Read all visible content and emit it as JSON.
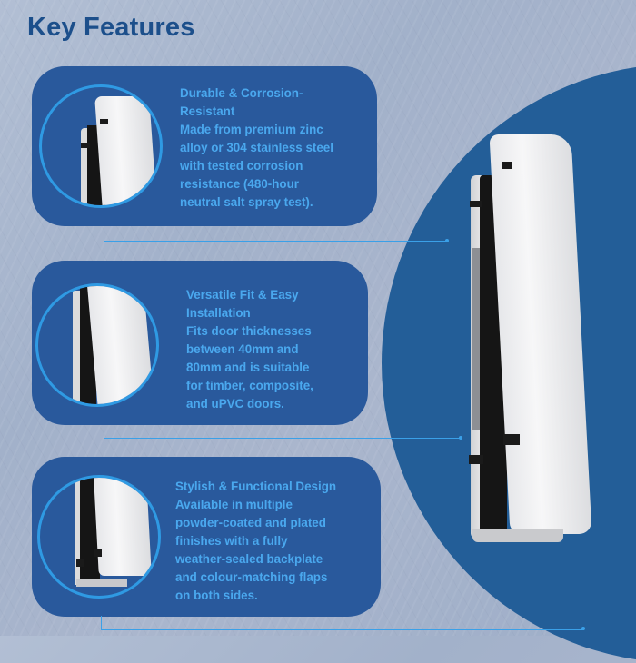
{
  "header": {
    "title": "Key Features"
  },
  "colors": {
    "title": "#1c4f8b",
    "card_bg": "#29599c",
    "accent_text": "#4aa8ee",
    "ring": "#2f9ae3",
    "big_circle": "#235e98",
    "background": "#a6b4cc"
  },
  "features": [
    {
      "heading": "Durable & Corrosion-Resistant",
      "body": "Durable & Corrosion-\nResistant\nMade from premium zinc\nalloy or 304 stainless steel\nwith tested corrosion\nresistance (480-hour\nneutral salt spray test).",
      "icon": "letter-plate-top-closeup"
    },
    {
      "heading": "Versatile Fit & Easy Installation",
      "body": "Versatile Fit & Easy\nInstallation\nFits door thicknesses\nbetween 40mm and\n80mm and is suitable\nfor timber, composite,\nand uPVC doors.",
      "icon": "letter-plate-middle-closeup"
    },
    {
      "heading": "Stylish & Functional Design",
      "body": "Stylish & Functional Design\nAvailable in multiple\npowder-coated and plated\nfinishes with a fully\nweather-sealed backplate\nand colour-matching flaps\non both sides.",
      "icon": "letter-plate-bottom-closeup"
    }
  ],
  "product": {
    "icon": "letter-plate-product"
  }
}
